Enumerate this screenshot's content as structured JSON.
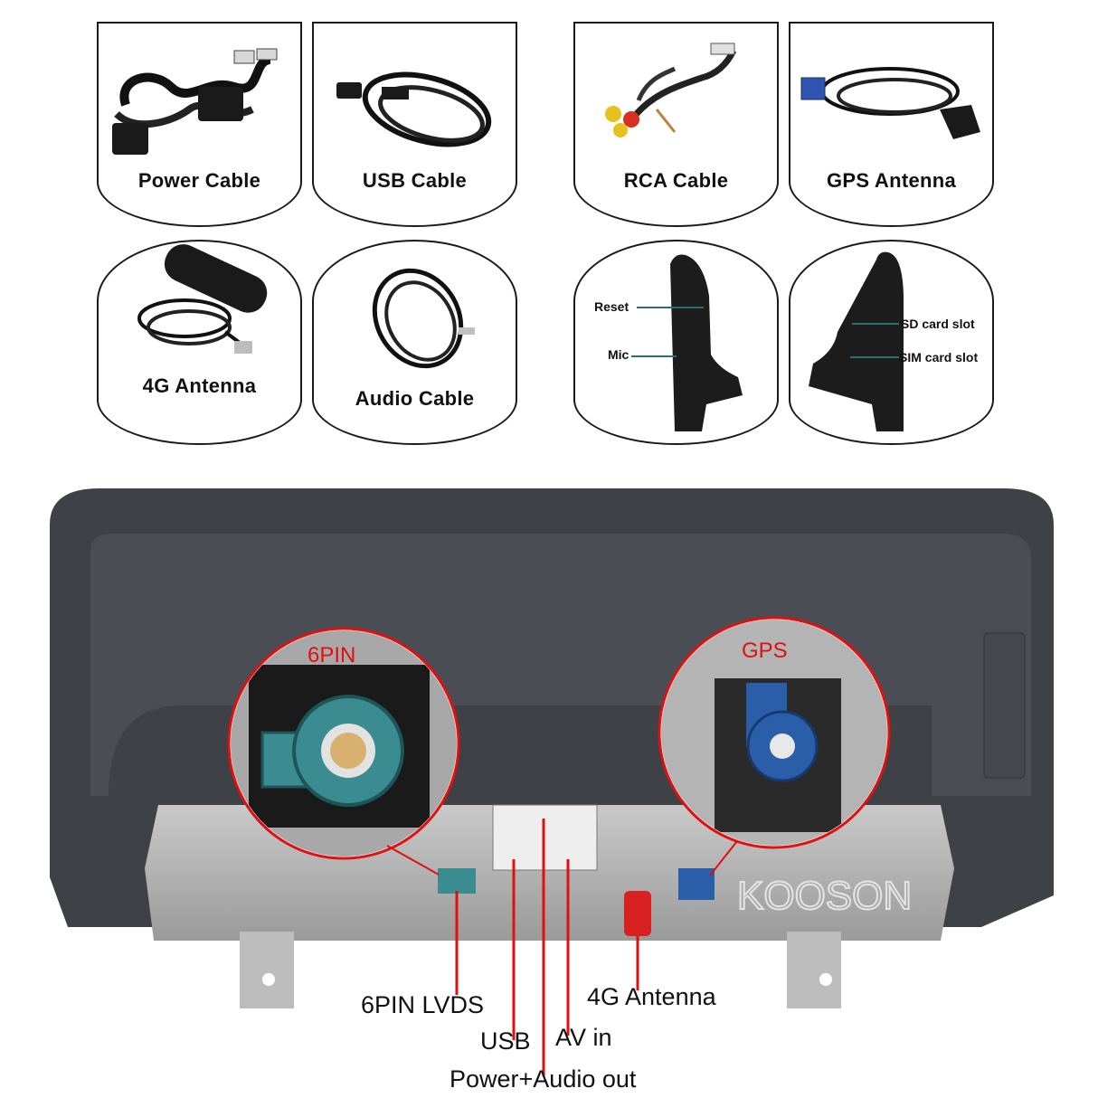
{
  "accessories": [
    {
      "label": "Power Cable"
    },
    {
      "label": "USB Cable"
    },
    {
      "label": "RCA Cable"
    },
    {
      "label": "GPS Antenna"
    },
    {
      "label": "4G Antenna"
    },
    {
      "label": "Audio Cable"
    }
  ],
  "side_views": {
    "left": {
      "labels": [
        "Reset",
        "Mic"
      ]
    },
    "right": {
      "labels": [
        "SD card slot",
        "SIM card slot"
      ]
    }
  },
  "unit": {
    "zoom_left_title": "6PIN",
    "zoom_right_title": "GPS",
    "brand_watermark": "KOOSON",
    "callouts": {
      "lvds": "6PIN LVDS",
      "usb": "USB",
      "power_audio": "Power+Audio out",
      "av_in": "AV in",
      "antenna_4g": "4G Antenna"
    }
  },
  "colors": {
    "callout_line": "#e01010",
    "housing": "#3e4247",
    "lvds_connector": "#3a8c90",
    "gps_connector": "#2a5ea8"
  }
}
